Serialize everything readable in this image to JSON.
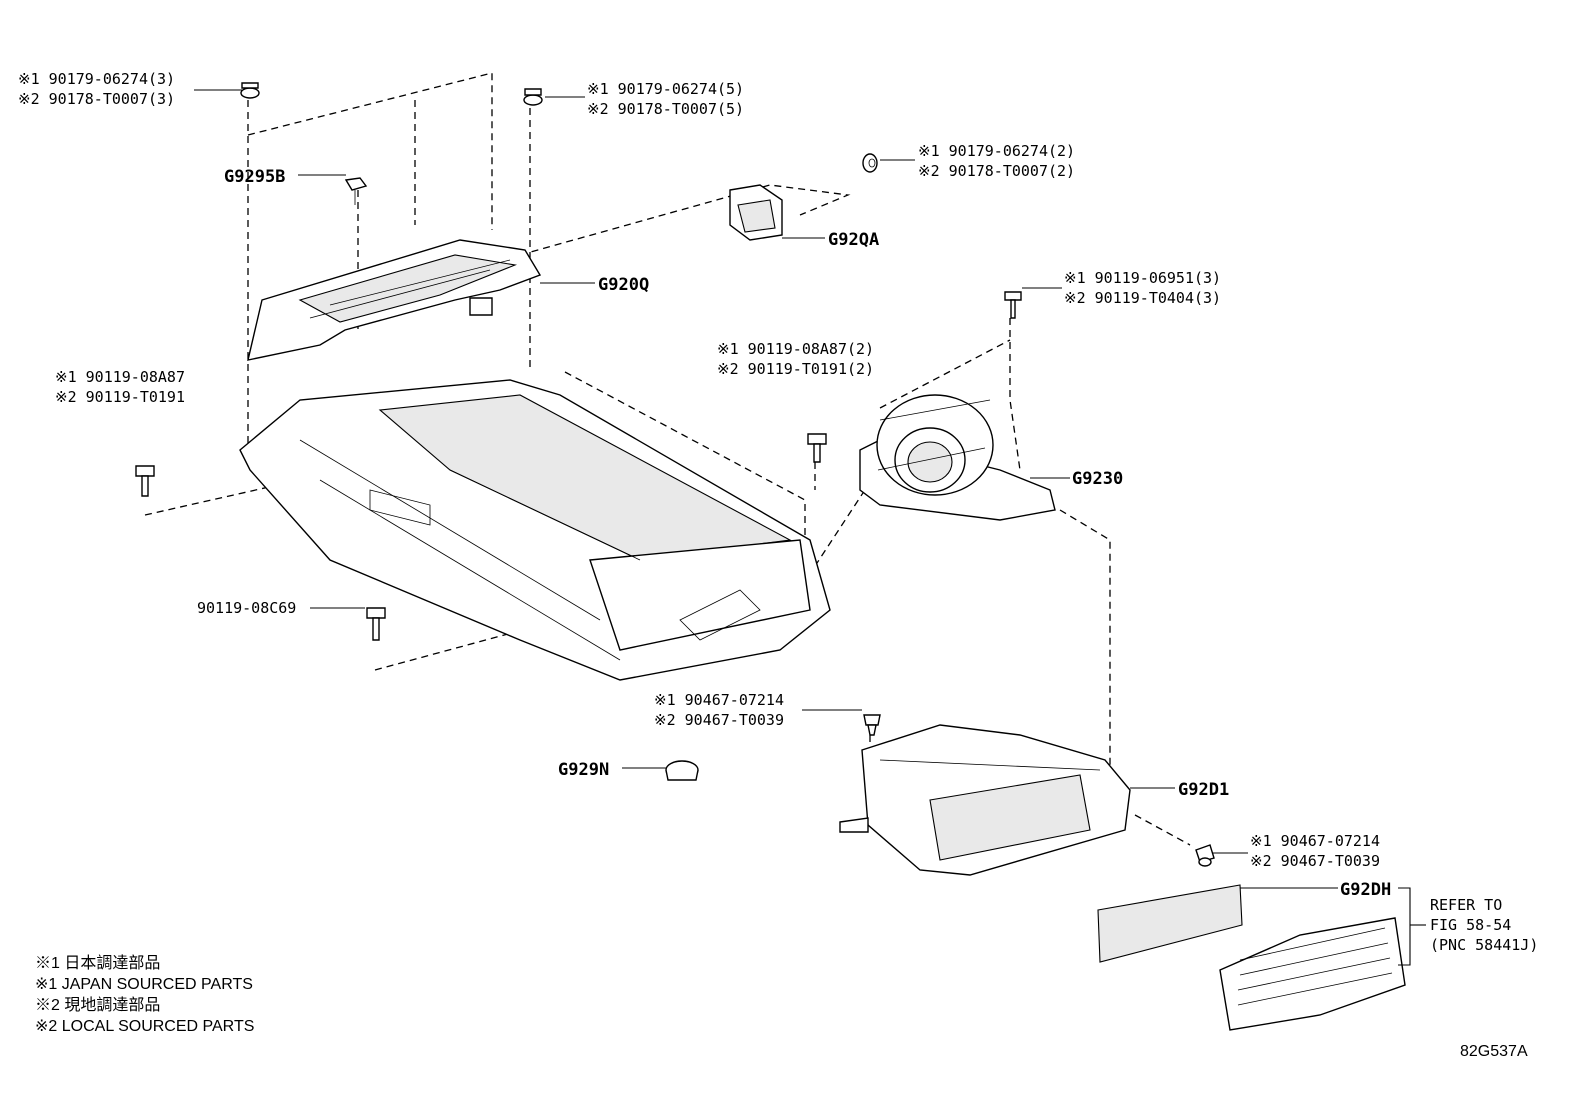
{
  "fastener_labels": {
    "top_left": [
      "※1 90179-06274(3)",
      "※2 90178-T0007(3)"
    ],
    "top_center": [
      "※1 90179-06274(5)",
      "※2 90178-T0007(5)"
    ],
    "top_right_nut": [
      "※1 90179-06274(2)",
      "※2 90178-T0007(2)"
    ],
    "right_bolt": [
      "※1 90119-06951(3)",
      "※2 90119-T0404(3)"
    ],
    "left_bolt": [
      "※1 90119-08A87",
      "※2 90119-T0191"
    ],
    "center_bolt": [
      "※1 90119-08A87(2)",
      "※2 90119-T0191(2)"
    ],
    "single_bolt": "90119-08C69",
    "clip_center": [
      "※1 90467-07214",
      "※2 90467-T0039"
    ],
    "clip_right": [
      "※1 90467-07214",
      "※2 90467-T0039"
    ]
  },
  "part_codes": {
    "bracket_clip": "G9295B",
    "cover_panel": "G920Q",
    "small_bracket": "G92QA",
    "blower_fan": "G9230",
    "grommet": "G929N",
    "duct": "G92D1",
    "filter": "G92DH"
  },
  "reference_note": [
    "REFER TO",
    "FIG 58-54",
    "(PNC 58441J)"
  ],
  "legend": [
    "※1 日本調達部品",
    "※1 JAPAN SOURCED PARTS",
    "※2 現地調達部品",
    "※2 LOCAL SOURCED PARTS"
  ],
  "figure_id": "82G537A"
}
